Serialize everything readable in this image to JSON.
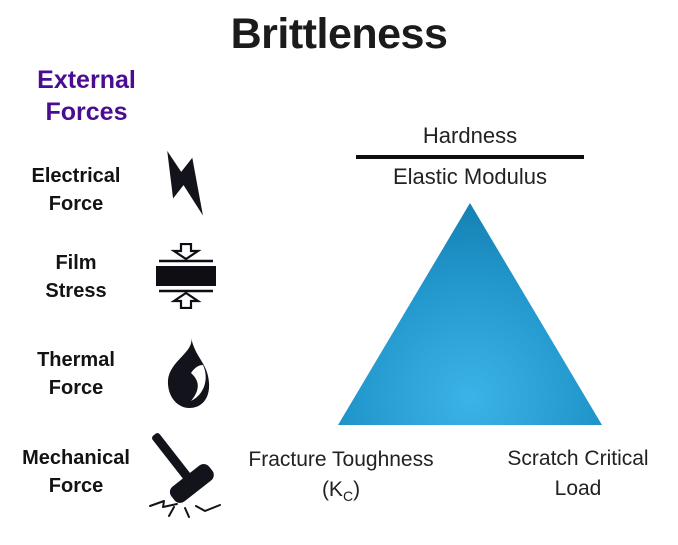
{
  "title": "Brittleness",
  "colors": {
    "heading_purple": "#4B0D8F",
    "text_black": "#131313",
    "triangle_center": "#3CB3E8",
    "triangle_edge": "#0E74A4"
  },
  "external_forces": {
    "heading": "External\nForces",
    "items": [
      {
        "label": "Electrical\nForce",
        "icon": "lightning-bolt-icon"
      },
      {
        "label": "Film\nStress",
        "icon": "film-compression-icon"
      },
      {
        "label": "Thermal\nForce",
        "icon": "flame-icon"
      },
      {
        "label": "Mechanical\nForce",
        "icon": "hammer-icon"
      }
    ]
  },
  "equation": {
    "numerator": "Hardness",
    "denominator": "Elastic Modulus"
  },
  "vertex_labels": {
    "bottom_left": {
      "line1": "Fracture Toughness",
      "pre": "(K",
      "sub": "C",
      "post": ")"
    },
    "bottom_right": "Scratch Critical\nLoad"
  }
}
